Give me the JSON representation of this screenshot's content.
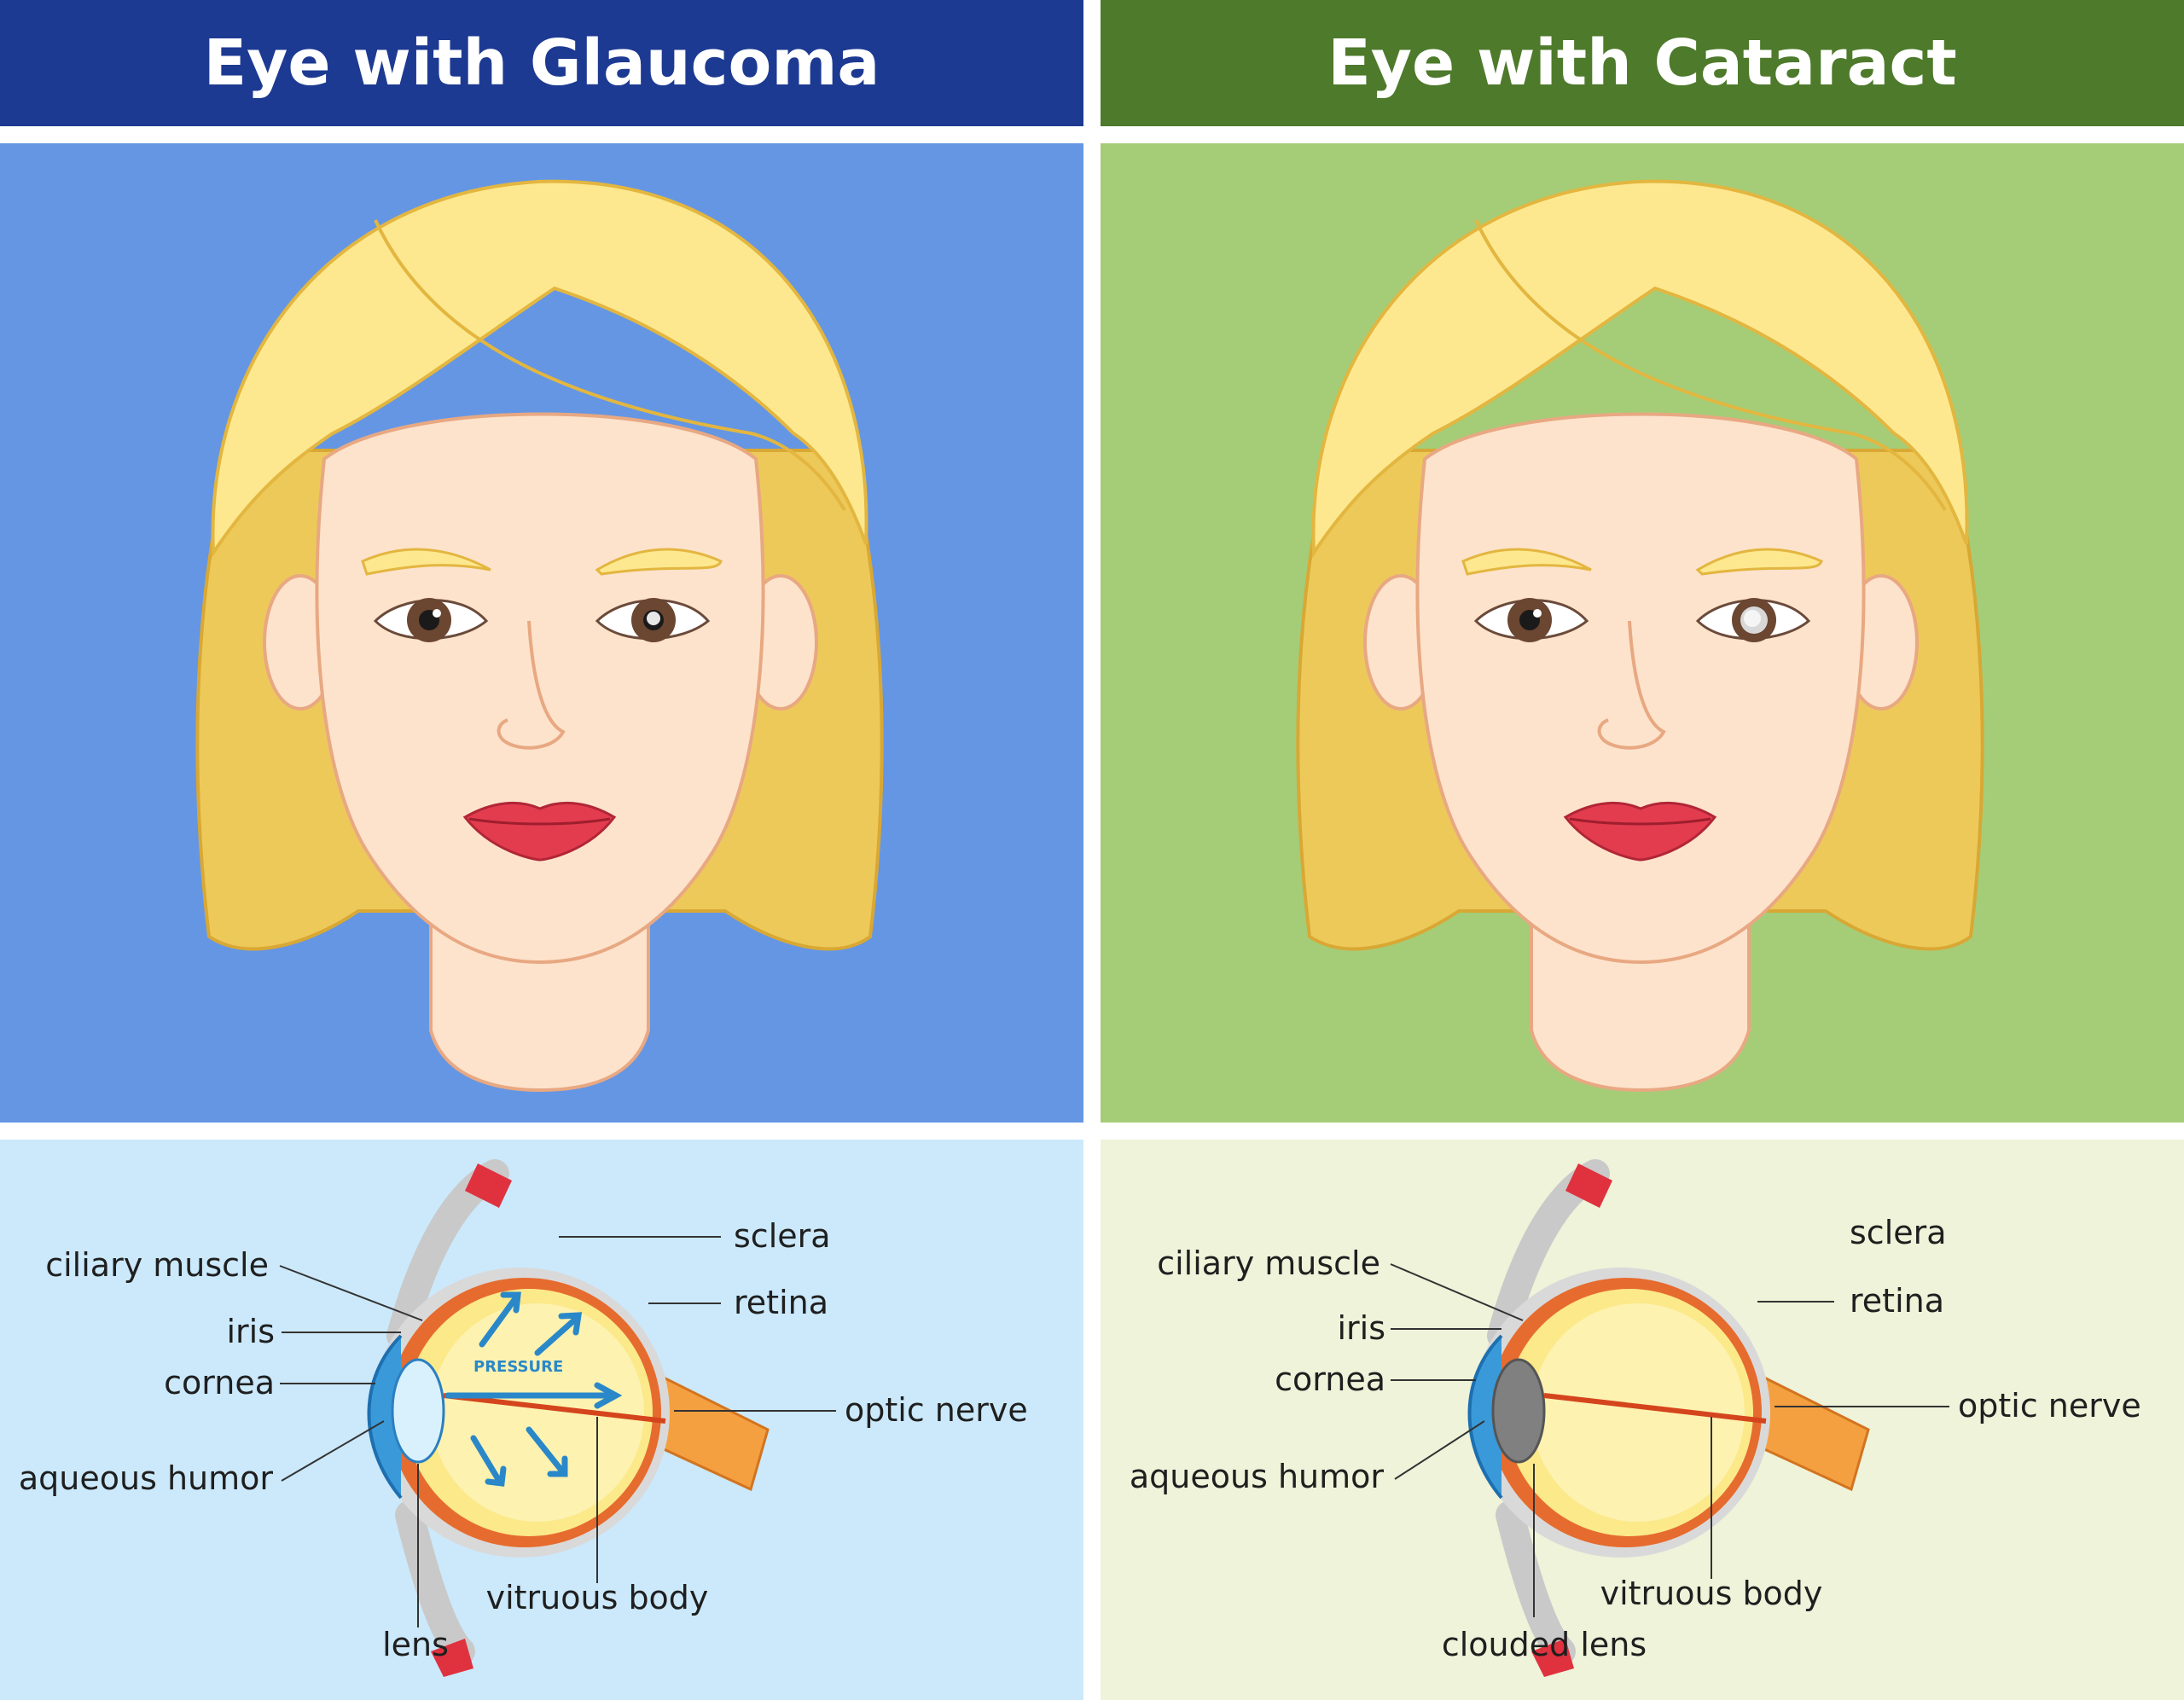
{
  "headers": {
    "left": "Eye with Glaucoma",
    "right": "Eye with Cataract"
  },
  "colors": {
    "left_header": "#1d3a92",
    "right_header": "#4e7a2b",
    "left_face_bg": "#6596e3",
    "right_face_bg": "#a5cd77",
    "left_diagram_bg": "#cbe9fb",
    "right_diagram_bg": "#eef3d9"
  },
  "glaucoma": {
    "labels": {
      "ciliary_muscle": "ciliary muscle",
      "iris": "iris",
      "cornea": "cornea",
      "aqueous_humor": "aqueous humor",
      "sclera": "sclera",
      "retina": "retina",
      "optic_nerve": "optic nerve",
      "vitruous_body": "vitruous body",
      "lens": "lens"
    },
    "pressure": "PRESSURE"
  },
  "cataract": {
    "labels": {
      "ciliary_muscle": "ciliary muscle",
      "iris": "iris",
      "cornea": "cornea",
      "aqueous_humor": "aqueous humor",
      "sclera": "sclera",
      "retina": "retina",
      "optic_nerve": "optic nerve",
      "vitruous_body": "vitruous body",
      "clouded_lens": "clouded lens"
    }
  }
}
